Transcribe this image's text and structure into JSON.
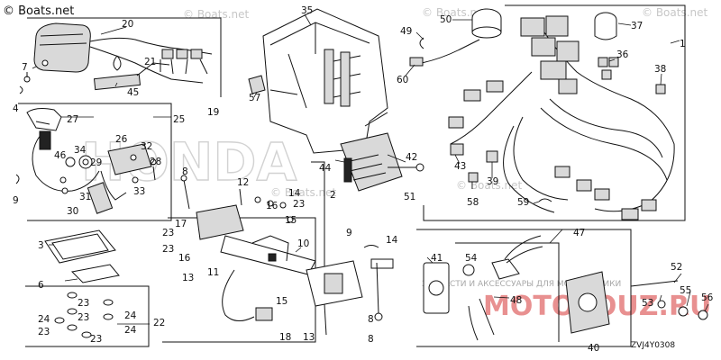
{
  "copyright_text": "© Boats.net",
  "figure_code": "ZVJ4Y0308",
  "watermarks": {
    "site": "© Boats.net",
    "brand": "HONDA",
    "shop_ru": "ЗАПЧАСТИ И АКСЕССУАРЫ ДЛЯ МОТОТЕХНИКИ",
    "promo": "MOTOSOUZ.RU"
  },
  "callouts": {
    "c20": "20",
    "c7": "7",
    "c21": "21",
    "c45": "45",
    "c4": "4",
    "c19": "19",
    "c35": "35",
    "c57": "57",
    "c49": "49",
    "c50": "50",
    "c60": "60",
    "c37": "37",
    "c1": "1",
    "c36": "36",
    "c38": "38",
    "c43": "43",
    "c39": "39",
    "c58": "58",
    "c59": "59",
    "c27": "27",
    "c25": "25",
    "c26": "26",
    "c34": "34",
    "c29": "29",
    "c32": "32",
    "c28": "28",
    "c46": "46",
    "c9a": "9",
    "c31": "31",
    "c33": "33",
    "c30": "30",
    "c8a": "8",
    "c44": "44",
    "c42": "42",
    "c51": "51",
    "c2": "2",
    "c12": "12",
    "c14": "14",
    "c16": "16",
    "c23a": "23",
    "c15a": "15",
    "c17": "17",
    "c23b": "23",
    "c23c": "23",
    "c16b": "16",
    "c13a": "13",
    "c11": "11",
    "c10": "10",
    "c15b": "15",
    "c9b": "9",
    "c14b": "14",
    "c3": "3",
    "c6": "6",
    "c24a": "24",
    "c23d": "23",
    "c24b": "24",
    "c23e": "23",
    "c23f": "23",
    "c24c": "24",
    "c23g": "23",
    "c22": "22",
    "c18": "18",
    "c13b": "13",
    "c8b": "8",
    "c8c": "8",
    "c41": "41",
    "c54": "54",
    "c47": "47",
    "c48": "48",
    "c40": "40",
    "c52": "52",
    "c55": "55",
    "c56": "56",
    "c53": "53"
  }
}
